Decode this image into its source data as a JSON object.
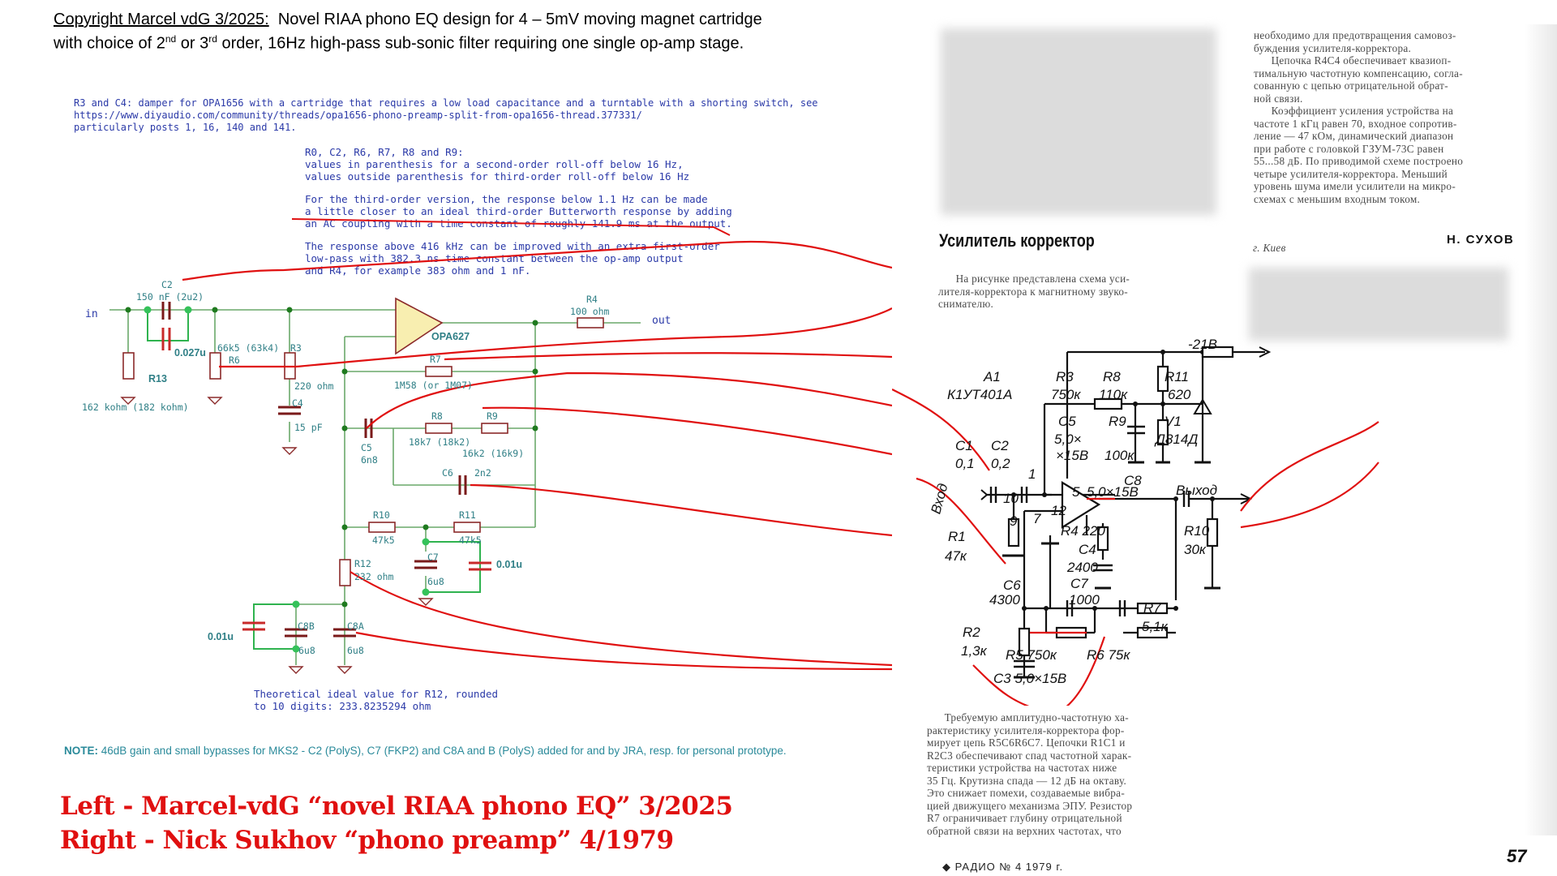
{
  "header": {
    "copyright": "Copyright Marcel vdG 3/2025:",
    "line1_rest": "Novel RIAA phono EQ design for 4 – 5mV moving magnet cartridge",
    "line2_a": "with choice of 2",
    "line2_sup1": "nd",
    "line2_b": " or 3",
    "line2_sup2": "rd",
    "line2_c": " order, 16Hz high-pass sub-sonic filter requiring one single op-amp stage."
  },
  "left_notes": {
    "damper": "R3 and C4: damper for OPA1656 with a cartridge that requires a low load capacitance and a turntable with a shorting switch, see\nhttps://www.diyaudio.com/community/threads/opa1656-phono-preamp-split-from-opa1656-thread.377331/\nparticularly posts 1, 16, 140 and 141.",
    "values": "R0, C2, R6, R7, R8 and R9:\nvalues in parenthesis for a second-order roll-off below 16 Hz,\nvalues outside parenthesis for third-order roll-off below 16 Hz",
    "third_order": "For the third-order version, the response below 1.1 Hz can be made\na little closer to an ideal third-order Butterworth response by adding\nan AC coupling with a time constant of roughly 141.9 ms at the output.",
    "response": "The response above 416 kHz can be improved with an extra first-order\nlow-pass with 382.3 ns time constant between the op-amp output\nand R4, for example 383 ohm and 1 nF.",
    "r12_ideal": "Theoretical ideal value for R12, rounded\nto 10 digits: 233.8235294 ohm"
  },
  "left_schematic": {
    "in": "in",
    "out": "out",
    "opamp": "OPA627",
    "c2_name": "C2",
    "c2_value": "150 nF (2u2)",
    "c2_bypass": "0.027u",
    "r13_name": "R13",
    "r13_value": "162 kohm (182 kohm)",
    "r6_name": "R6",
    "r6_value": "66k5 (63k4)",
    "r3_name": "R3",
    "r3_value": "220 ohm",
    "c4_name": "C4",
    "c4_value": "15 pF",
    "r4_name": "R4",
    "r4_value": "100 ohm",
    "r7_name": "R7",
    "r7_value": "1M58 (or 1M07)",
    "c5_name": "C5",
    "c5_value": "6n8",
    "r8_name": "R8",
    "r8_value": "18k7 (18k2)",
    "r9_name": "R9",
    "r9_value": "16k2 (16k9)",
    "c6_name": "C6",
    "c6_value": "2n2",
    "r10_name": "R10",
    "r10_value": "47k5",
    "r11_name": "R11",
    "r11_value": "47k5",
    "c7_name": "C7",
    "c7_value": "6u8",
    "c7_bypass": "0.01u",
    "r12_name": "R12",
    "r12_value": "232 ohm",
    "c8a_name": "C8A",
    "c8a_value": "6u8",
    "c8b_name": "C8B",
    "c8b_value": "6u8",
    "c8_bypass": "0.01u"
  },
  "footnote": {
    "label": "NOTE:",
    "text": " 46dB gain and small bypasses for MKS2 - C2 (PolyS), C7 (FKP2) and C8A and B (PolyS) added for and by JRA, resp. for personal prototype."
  },
  "comparison": {
    "left": "Left - Marcel-vdG “novel RIAA phono EQ” 3/2025",
    "right": "Right - Nick Sukhov “phono preamp” 4/1979"
  },
  "right_article": {
    "top_text": "необходимо для предотвращения самовоз-\nбуждения усилителя-корректора.\n      Цепочка R4C4 обеспечивает квазиоп-\nтимальную частотную компенсацию, согла-\nсованную с цепью отрицательной обрат-\nной связи.\n      Коэффициент усиления устройства на\nчастоте 1 кГц равен 70, входное сопротив-\nление — 47 кОм, динамический диапазон\nпри работе с головкой ГЗУМ-73С равен\n55...58 дБ. По приводимой схеме построено\nчетыре усилителя-корректора. Меньший\nуровень шума имели усилители на микро-\nсхемах с меньшим входным током.",
    "author": "Н. СУХОВ",
    "city": "г. Киев",
    "title": "Усилитель корректор",
    "intro": "      На рисунке представлена схема уси-\nлителя-корректора к магнитному звуко-\nснимателю.",
    "bottom_text": "      Требуемую амплитудно-частотную ха-\nрактеристику усилителя-корректора фор-\nмирует цепь R5C6R6C7. Цепочки R1C1 и\nR2C3 обеспечивают спад частотной харак-\nтеристики устройства на частотах ниже\n35 Гц. Крутизна спада — 12 дБ на октаву.\nЭто снижает помехи, создаваемые вибра-\nцией движущего механизма ЭПУ. Резистор\nR7 ограничивает глубину отрицательной\nобратной связи на верхних частотах, что",
    "footer": "РАДИО № 4 1979 г.",
    "page": "57"
  },
  "right_schematic": {
    "a1": "A1",
    "a1_type": "К1УТ401А",
    "r3": "R3",
    "r3_v": "750к",
    "r8": "R8",
    "r8_v": "110к",
    "r11": "R11",
    "r11_v": "620",
    "supply": "-21В",
    "c5": "C5",
    "c5_v1": "5,0×",
    "c5_v2": "×15В",
    "r9": "R9",
    "r9_v": "100к",
    "v1": "V1",
    "v1_v": "Д814Д",
    "c1": "C1",
    "c1_v": "0,1",
    "c2": "C2",
    "c2_v": "0,2",
    "c8": "C8",
    "c8_v": "5,0×15В",
    "input": "Вход",
    "output": "Выход",
    "pin1": "1",
    "pin5": "5",
    "pin10": "10",
    "pin9": "9",
    "pin7": "7",
    "pin12": "12",
    "r1": "R1",
    "r1_v": "47к",
    "r4": "R4 220",
    "c4": "C4",
    "c4_v": "2400",
    "c7": "C7",
    "c7_v": "1000",
    "c6": "C6",
    "c6_v": "4300",
    "r10": "R10",
    "r10_v": "30к",
    "r7": "R7",
    "r7_v": "5,1к",
    "r2": "R2",
    "r2_v": "1,3к",
    "r5": "R5 750к",
    "r6": "R6 75к",
    "c3": "C3 5,0×15В"
  },
  "colors": {
    "annotation_red": "#e01010",
    "wire_green": "#6aa86a",
    "component_brown": "#8b2a2a",
    "label_teal": "#2f7f86",
    "note_blue": "#2b3aa8"
  }
}
